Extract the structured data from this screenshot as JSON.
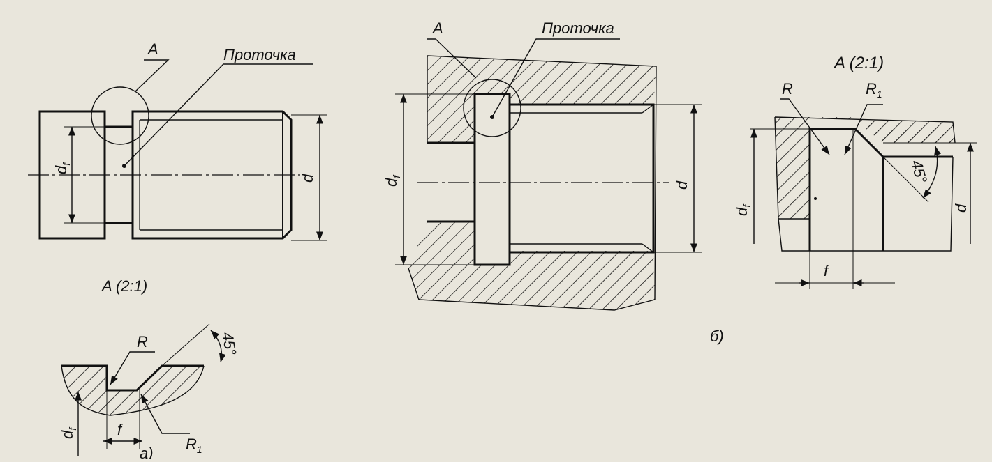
{
  "left_view": {
    "callout_a": "A",
    "groove_label": "Проточка",
    "dim_df": "d",
    "dim_df_sub": "f",
    "dim_d": "d",
    "detail_title": "A (2:1)"
  },
  "left_detail": {
    "r_label": "R",
    "r1_label": "R",
    "r1_sub": "1",
    "angle_label": "45°",
    "f_label": "f",
    "df_label": "d",
    "df_sub": "f",
    "caption": "а)"
  },
  "middle_view": {
    "callout_a": "A",
    "groove_label": "Проточка",
    "dim_df": "d",
    "dim_df_sub": "f",
    "dim_d": "d",
    "caption": "б)"
  },
  "right_detail": {
    "title": "A (2:1)",
    "r_label": "R",
    "r1_label": "R",
    "r1_sub": "1",
    "angle_label": "45°",
    "df_label": "d",
    "df_sub": "f",
    "d_label": "d",
    "f_label": "f"
  },
  "colors": {
    "paper": "#e9e6dc",
    "ink": "#111111"
  }
}
